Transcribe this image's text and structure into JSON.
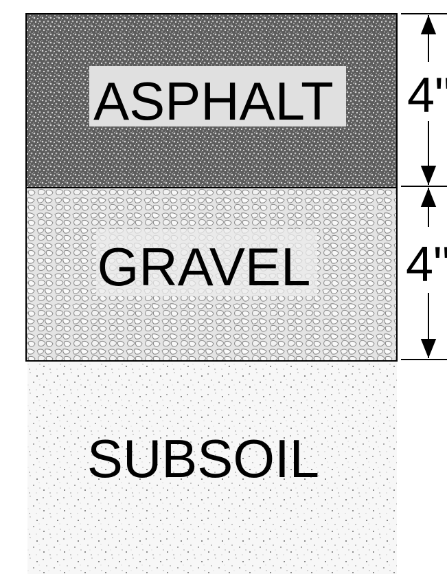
{
  "layers": [
    {
      "id": "asphalt",
      "label": "ASPHALT",
      "pattern": "dense-dark-aggregate",
      "color": "#6f6f6f"
    },
    {
      "id": "gravel",
      "label": "GRAVEL",
      "pattern": "open-stone-mesh",
      "color": "#d9d9d9"
    },
    {
      "id": "subsoil",
      "label": "SUBSOIL",
      "pattern": "sparse-dots",
      "color": "#f4f4f4"
    }
  ],
  "dimensions": [
    {
      "layer": "asphalt",
      "label": "4\""
    },
    {
      "layer": "gravel",
      "label": "4\""
    }
  ]
}
